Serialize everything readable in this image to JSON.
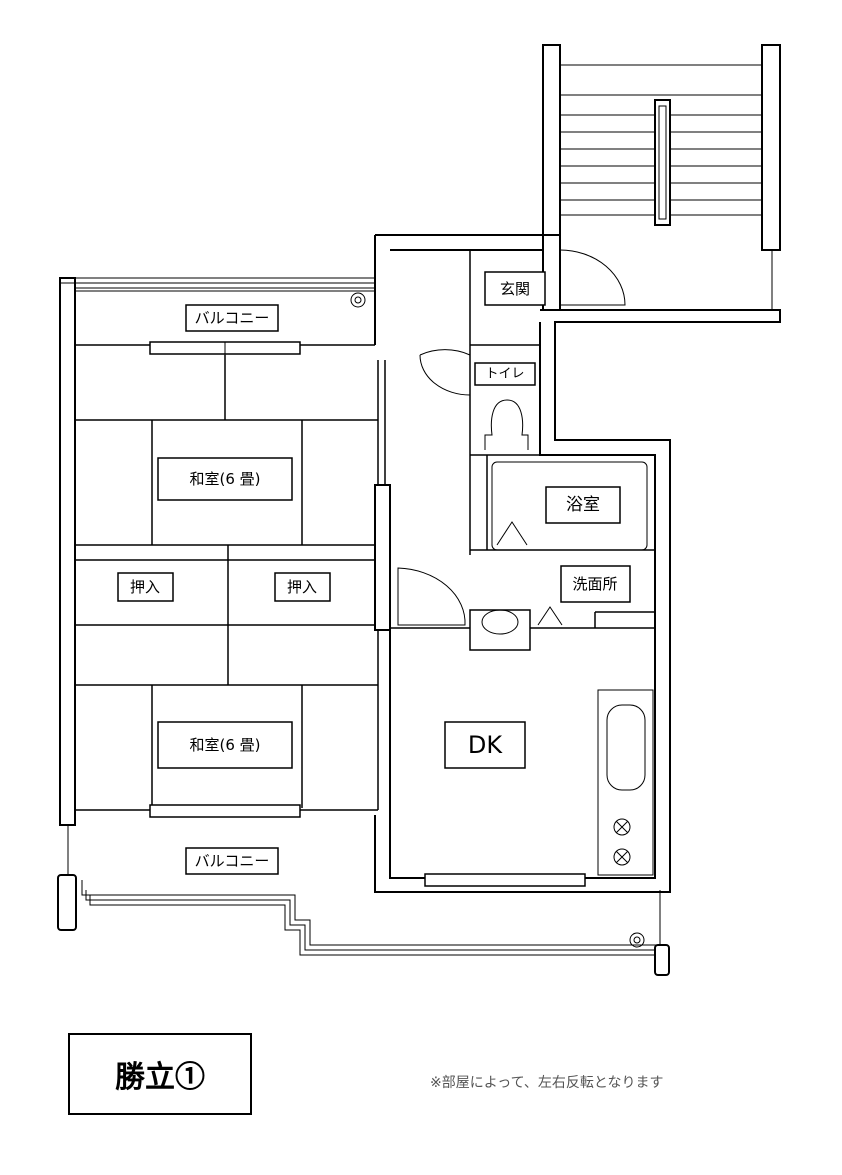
{
  "rooms": {
    "balcony_top": "バルコニー",
    "washitsu_upper": "和室(6 畳)",
    "oshiire_left": "押入",
    "oshiire_right": "押入",
    "washitsu_lower": "和室(6 畳)",
    "balcony_bottom": "バルコニー",
    "genkan": "玄関",
    "toilet": "トイレ",
    "bath": "浴室",
    "washroom": "洗面所",
    "dk": "DK"
  },
  "title": "勝立①",
  "note": "※部屋によって、左右反転となります"
}
